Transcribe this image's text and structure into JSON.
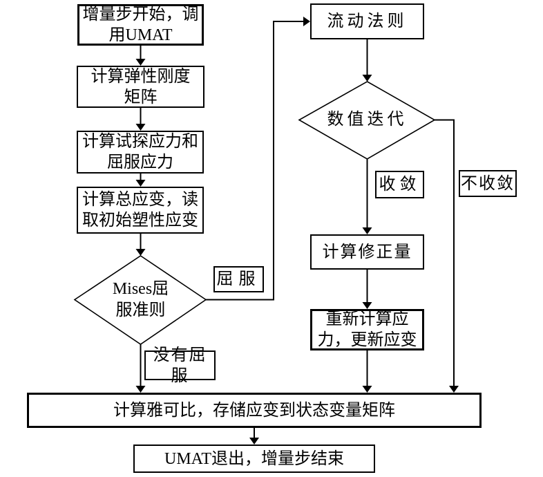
{
  "nodes": {
    "start": "增量步开始，调\n用UMAT",
    "elastic_stiffness": "计算弹性刚度\n矩阵",
    "trial_stress": "计算试探应力和\n屈服应力",
    "total_strain": "计算总应变，读\n取初始塑性应变",
    "mises_criterion": "Mises屈\n服准则",
    "flow_rule": "流动法则",
    "numerical_iteration": "数值迭代",
    "correction": "计算修正量",
    "recalculate": "重新计算应\n力，更新应变",
    "jacobian": "计算雅可比，存储应变到状态变量矩阵",
    "exit": "UMAT退出，增量步结束"
  },
  "edge_labels": {
    "yield": "屈服",
    "no_yield": "没有屈服",
    "converged": "收敛",
    "not_converged": "不收敛"
  },
  "colors": {
    "stroke": "#000000",
    "background": "#ffffff"
  }
}
